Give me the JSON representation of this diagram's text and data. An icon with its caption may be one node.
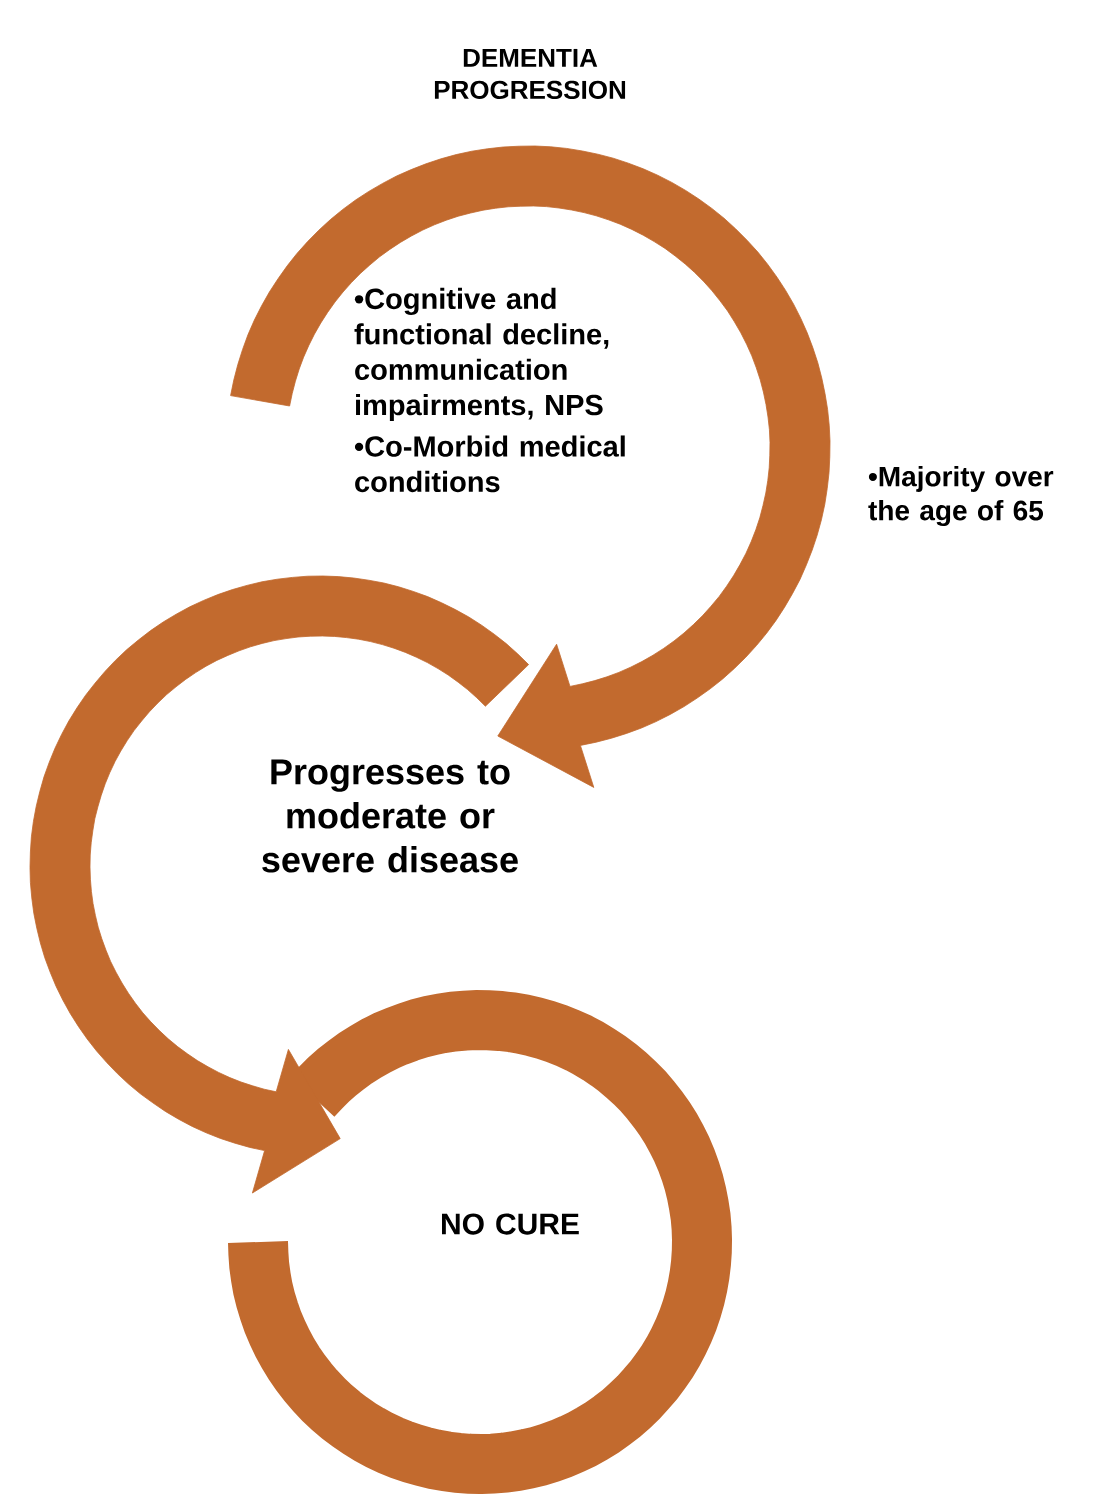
{
  "diagram": {
    "title": "DEMENTIA PROGRESSION",
    "nodes": [
      {
        "text": [
          "•Cognitive and functional decline, communication impairments, NPS",
          "•Co-Morbid medical conditions"
        ]
      },
      {
        "text": [
          "Progresses to moderate or severe disease"
        ]
      },
      {
        "text": [
          "NO CURE"
        ]
      }
    ],
    "edges": [
      {
        "from": 0,
        "to": 1,
        "arrow": "to"
      },
      {
        "from": 1,
        "to": 2,
        "arrow": "to"
      }
    ],
    "labels": [
      "•Majority over the age of 65"
    ]
  }
}
